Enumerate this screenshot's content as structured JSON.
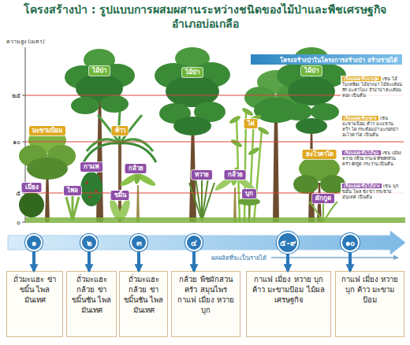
{
  "diagram": {
    "title": "โครงสร้างป่า : รูปแบบการผสมผสานระหว่างชนิดของไม้ป่าและพืชเศรษฐกิจ อำเภอบ่อเกลือ",
    "nodes": [
      {
        "text": [
          "ไม้ป่า"
        ]
      },
      {
        "text": [
          "ไม้ป่า"
        ]
      },
      {
        "text": [
          "ไม้ป่า"
        ]
      },
      {
        "text": [
          "มะขามป้อม"
        ]
      },
      {
        "text": [
          "ค้าว"
        ]
      },
      {
        "text": [
          "ไผ่"
        ]
      },
      {
        "text": [
          "อะโวคาโด"
        ]
      },
      {
        "text": [
          "กาแฟ"
        ]
      },
      {
        "text": [
          "กล้วย"
        ]
      },
      {
        "text": [
          "หวาย"
        ]
      },
      {
        "text": [
          "กล้วย"
        ]
      },
      {
        "text": [
          "เมี่ยง"
        ]
      },
      {
        "text": [
          "ไพล"
        ]
      },
      {
        "text": [
          "ขมิ้น"
        ]
      },
      {
        "text": [
          "บุก"
        ]
      },
      {
        "text": [
          "ผักกูด"
        ]
      },
      {
        "text": [
          "โครงสร้างป่าในโครงการสร้างป่า สร้างรายได้"
        ]
      },
      {
        "text": [
          "เรือนยอดชั้นบนสุด",
          "เช่น ไม้ใบเหลือง ไม้ยางนา ไม้ตะเคียน สัก มะค่าโมง จำปาป่า ตะเคียนทอง เป็นต้น"
        ]
      },
      {
        "text": [
          "เรือนยอดชั้นกลาง",
          "เช่น มะขามป้อม ค้าว มะแขว่น หว้า ไผ่ กระท้อนป่า มะกอกป่า อะโวคาโด เป็นต้น"
        ]
      },
      {
        "text": [
          "เรือนยอดชั้นไม้พุ่ม",
          "เช่น เมี่ยง หวาย กล้วย กาแฟ พืชผักสวนครัว ผักกูด กระวาน เป็นต้น"
        ]
      },
      {
        "text": [
          "เรือนยอดชั้นไม้ล่าง",
          "เช่น บุก ขมิ้น ไพล ขิง ข่า กระชาย มันเทศ เป็นต้น"
        ]
      },
      {
        "text": [
          "๑"
        ]
      },
      {
        "text": [
          "๒"
        ]
      },
      {
        "text": [
          "๓"
        ]
      },
      {
        "text": [
          "๔"
        ]
      },
      {
        "text": [
          "๕-๙"
        ]
      },
      {
        "text": [
          "๑๐"
        ]
      },
      {
        "text": [
          "ถั่วมะแฮะ ข่า ขมิ้น ไพล มันเทศ"
        ]
      },
      {
        "text": [
          "ถั่วมะแฮะ กล้วย ข่า ขมิ้นชัน ไพล มันเทศ"
        ]
      },
      {
        "text": [
          "ถั่วมะแฮะ กล้วย ข่า ขมิ้นชัน ไพล มันเทศ"
        ]
      },
      {
        "text": [
          "กล้วย พืชผักสวนครัว สมุนไพร กาแฟ เมี่ยง หวาย บุก"
        ]
      },
      {
        "text": [
          "กาแฟ เมี่ยง หวาย บุก ค้าว มะขามป้อม ไม้ผลเศรษฐกิจ"
        ]
      },
      {
        "text": [
          "กาแฟ เมี่ยง หวาย บุก ค้าว มะขามป้อม"
        ]
      }
    ],
    "edges": [
      {
        "from": 21,
        "to": 27,
        "arrow": "to"
      },
      {
        "from": 22,
        "to": 28,
        "arrow": "to"
      },
      {
        "from": 23,
        "to": 29,
        "arrow": "to"
      },
      {
        "from": 24,
        "to": 30,
        "arrow": "to"
      },
      {
        "from": 25,
        "to": 31,
        "arrow": "to"
      },
      {
        "from": 26,
        "to": 32,
        "arrow": "to"
      }
    ],
    "labels": [
      "ความสูง (เมตร)",
      "๒๕",
      "๑๐",
      "๕",
      "๐",
      "ผลผลิตที่จะเป็นรายได้"
    ]
  }
}
